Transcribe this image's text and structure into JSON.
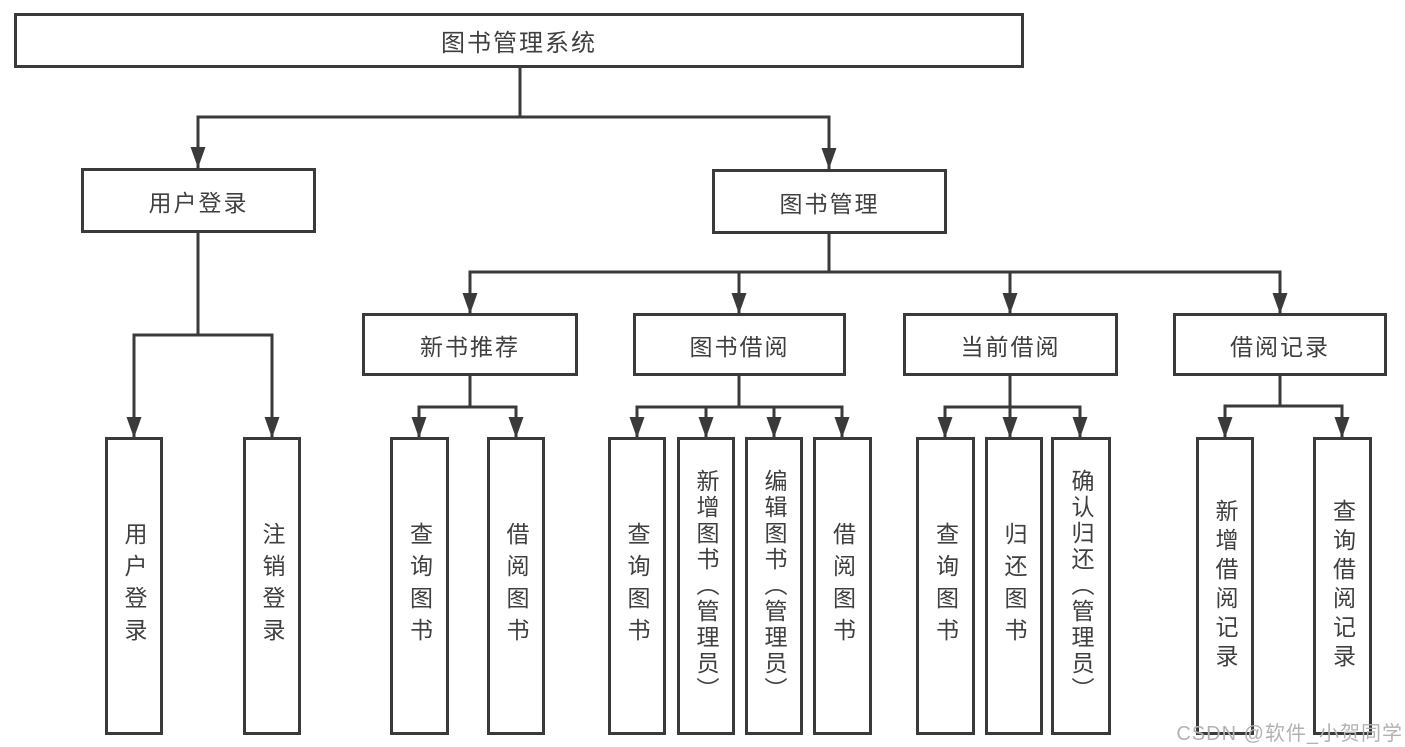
{
  "diagram_type": "functional-structure-tree",
  "hierarchy": {
    "label": "图书管理系统",
    "children": [
      {
        "label": "用户登录",
        "children": [
          {
            "label": "用户登录"
          },
          {
            "label": "注销登录"
          }
        ]
      },
      {
        "label": "图书管理",
        "children": [
          {
            "label": "新书推荐",
            "children": [
              {
                "label": "查询图书"
              },
              {
                "label": "借阅图书"
              }
            ]
          },
          {
            "label": "图书借阅",
            "children": [
              {
                "label": "查询图书"
              },
              {
                "label": "新增图书（管理员）"
              },
              {
                "label": "编辑图书（管理员）"
              },
              {
                "label": "借阅图书"
              }
            ]
          },
          {
            "label": "当前借阅",
            "children": [
              {
                "label": "查询图书"
              },
              {
                "label": "归还图书"
              },
              {
                "label": "确认归还（管理员）"
              }
            ]
          },
          {
            "label": "借阅记录",
            "children": [
              {
                "label": "新增借阅记录"
              },
              {
                "label": "查询借阅记录"
              }
            ]
          }
        ]
      }
    ]
  },
  "watermark": {
    "text": "CSDN @软件_小贺同学"
  },
  "colors": {
    "line": "#3a3a3a",
    "node_text": "#3f3f3f",
    "watermark_text": "#b2b2b2",
    "background": "#ffffff"
  }
}
